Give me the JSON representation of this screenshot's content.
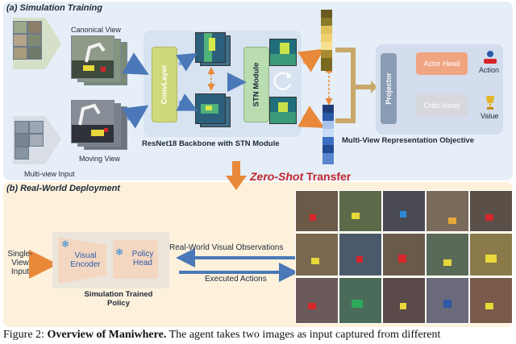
{
  "panel_a": {
    "title": "(a) Simulation Training",
    "canonical_view": "Canonical View",
    "moving_view": "Moving View",
    "multiview_input": "Multi-view Input",
    "convlayer": "ConvLayer",
    "stn_module": "STN Module",
    "backbone": "ResNet18 Backbone with STN Module",
    "objective": "Multi-View Representation Objective",
    "projector": "Projector",
    "actor_head": "Actor Head",
    "critic_head": "Critic Head",
    "action": "Action",
    "value": "Value"
  },
  "transfer": {
    "zero_shot": "Zero-Shot",
    "transfer": "Transfer"
  },
  "panel_b": {
    "title": "(b) Real-World Deployment",
    "single_view_input": "Single-View Input",
    "visual_encoder": "Visual Encoder",
    "policy_head": "Policy Head",
    "trained_policy": "Simulation Trained Policy",
    "observations": "Real-World Visual Observations",
    "executed_actions": "Executed Actions"
  },
  "caption": {
    "prefix": "Figure 2: ",
    "bold": "Overview of Maniwhere.",
    "rest": " The agent takes two images as input captured from different"
  },
  "colors": {
    "panel_a_bg": "#e6eef7",
    "panel_b_bg": "#fdf1dc",
    "arrow_blue": "#4a78b8",
    "arrow_orange": "#e8893a",
    "zero_shot_red": "#c0282d",
    "gold": "#c9a86a"
  },
  "icons": [
    "robot-icon",
    "trophy-icon",
    "snowflake-icon",
    "rotation-icon"
  ]
}
